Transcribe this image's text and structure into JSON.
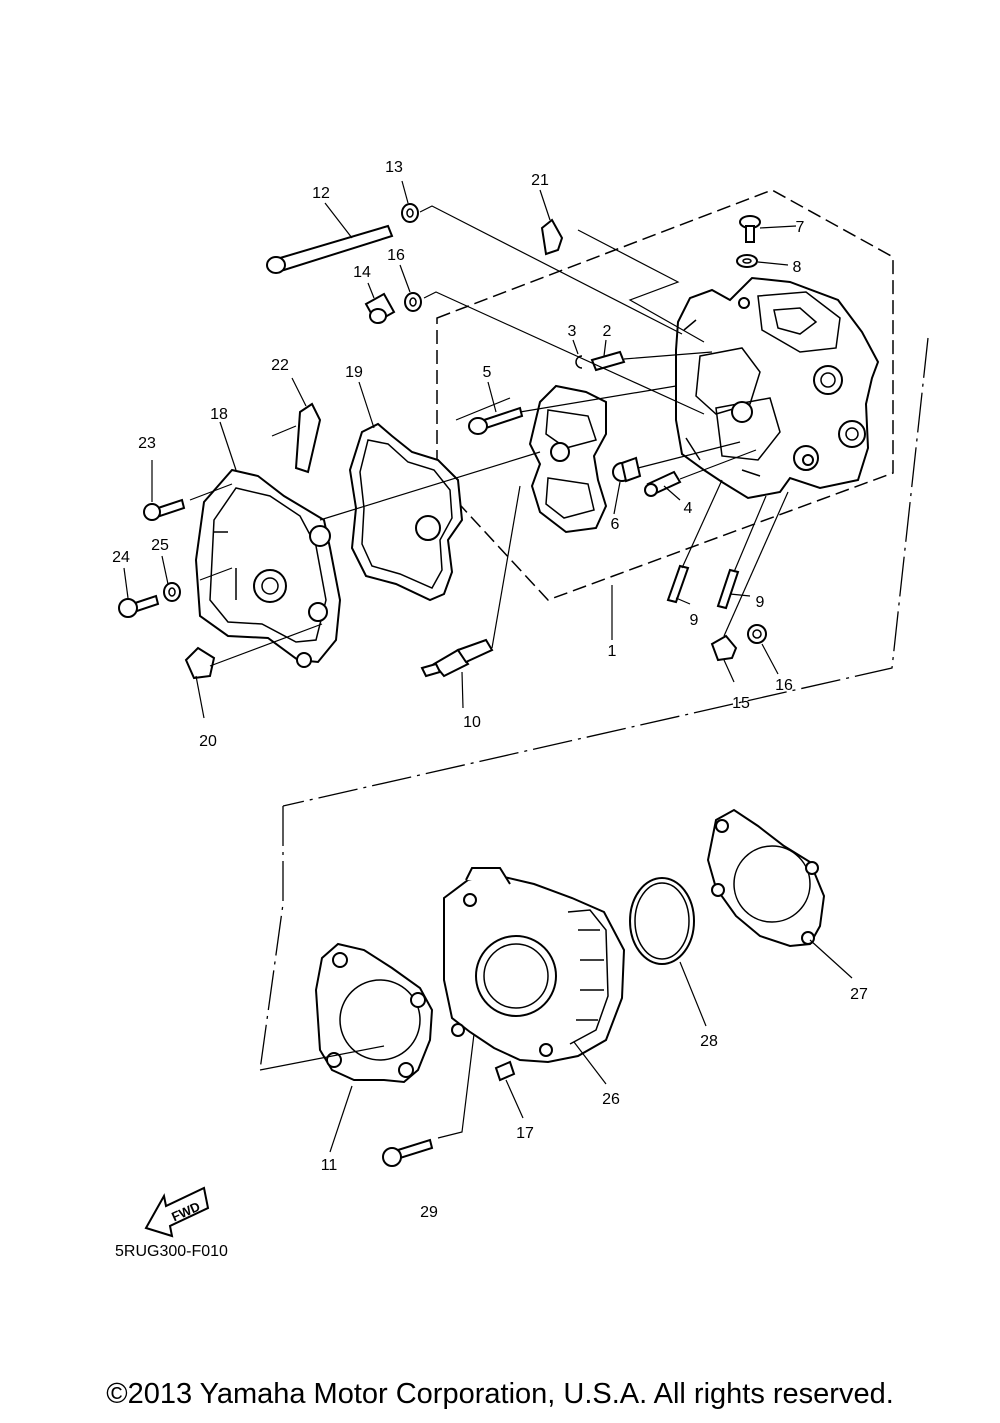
{
  "diagram": {
    "code": "5RUG300-F010",
    "fwd_label": "FWD",
    "copyright": "©2013 Yamaha Motor Corporation, U.S.A. All rights reserved.",
    "callouts": [
      "1",
      "2",
      "3",
      "4",
      "5",
      "6",
      "7",
      "8",
      "9",
      "9",
      "10",
      "11",
      "12",
      "13",
      "14",
      "15",
      "16",
      "16",
      "17",
      "18",
      "19",
      "20",
      "21",
      "22",
      "23",
      "24",
      "25",
      "26",
      "27",
      "28",
      "29"
    ]
  }
}
